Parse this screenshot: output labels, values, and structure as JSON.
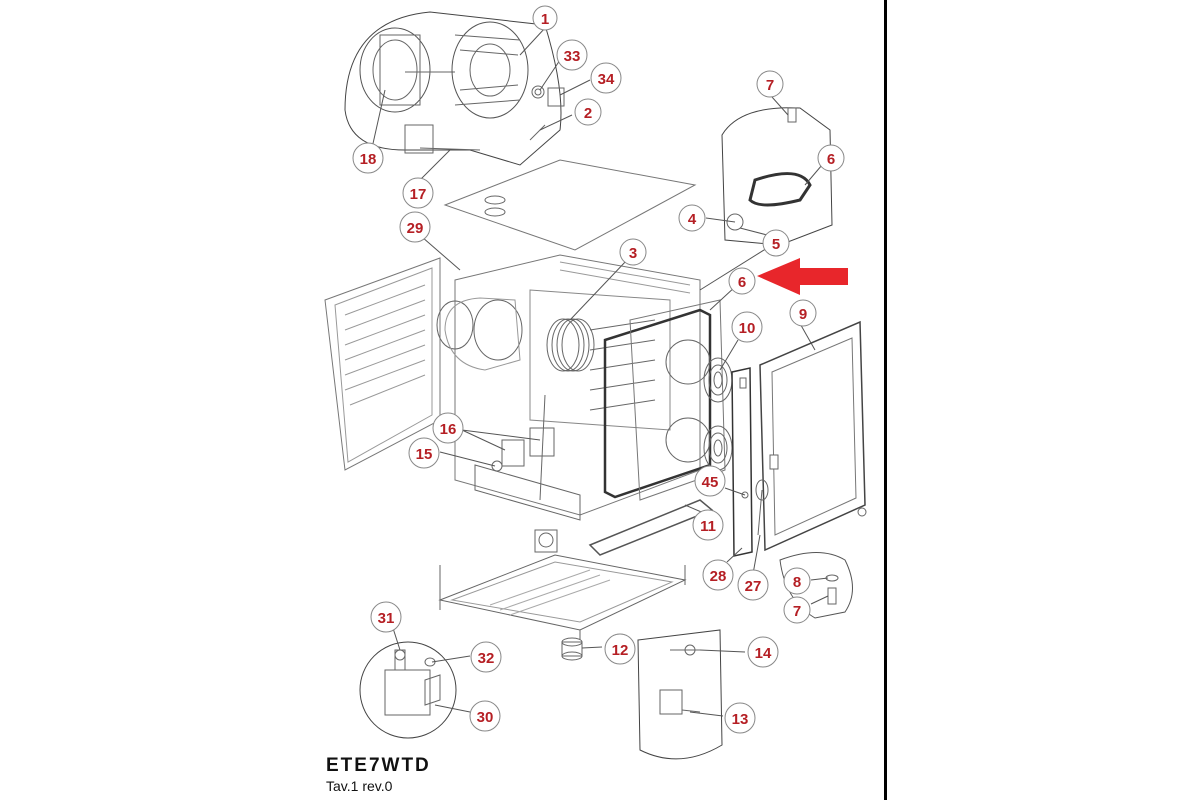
{
  "model_code": "ETE7WTD",
  "revision": "Tav.1 rev.0",
  "colors": {
    "label": "#b51f24",
    "arrow": "#e8262b",
    "line": "#555555",
    "frame": "#000000"
  },
  "callouts": [
    "1",
    "33",
    "34",
    "2",
    "18",
    "17",
    "29",
    "3",
    "7",
    "6",
    "4",
    "5",
    "6",
    "9",
    "10",
    "16",
    "15",
    "45",
    "11",
    "28",
    "27",
    "8",
    "7",
    "31",
    "32",
    "12",
    "14",
    "30",
    "13"
  ]
}
